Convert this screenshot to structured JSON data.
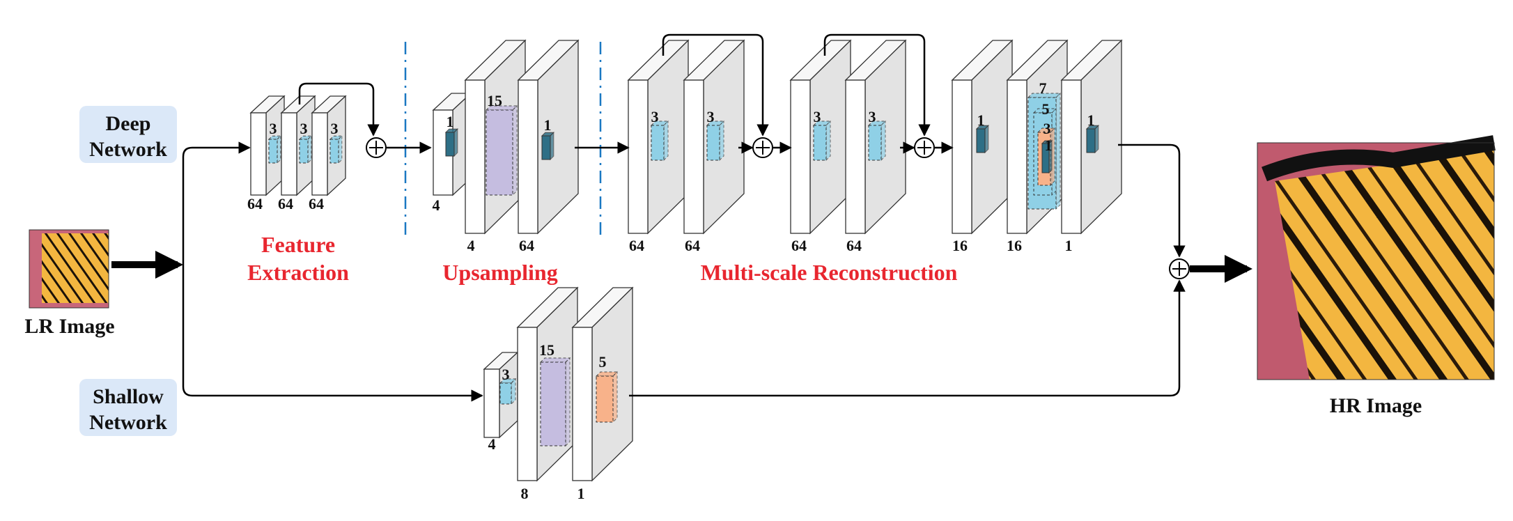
{
  "labels": {
    "deep_network": [
      "Deep",
      "Network"
    ],
    "shallow_network": [
      "Shallow",
      "Network"
    ],
    "lr_image": "LR Image",
    "hr_image": "HR Image",
    "feature_extraction": [
      "Feature",
      "Extraction"
    ],
    "upsampling": "Upsampling",
    "multiscale": "Multi-scale Reconstruction"
  },
  "deep": {
    "feature": {
      "kernels": [
        "3",
        "3",
        "3"
      ],
      "channels": [
        "64",
        "64",
        "64"
      ]
    },
    "upsampling": {
      "kernels": [
        "1",
        "15",
        "1"
      ],
      "channels": [
        "4",
        "4",
        "64"
      ]
    },
    "reconstruction1": {
      "kernels": [
        "3",
        "3"
      ],
      "channels": [
        "64",
        "64"
      ]
    },
    "reconstruction2": {
      "kernels": [
        "3",
        "3"
      ],
      "channels": [
        "64",
        "64"
      ]
    },
    "multiscale": {
      "kernels": [
        "1",
        "7",
        "5",
        "3",
        "1",
        "1"
      ],
      "channels": [
        "16",
        "16",
        "1"
      ]
    }
  },
  "shallow": {
    "kernels": [
      "3",
      "15",
      "5"
    ],
    "channels": [
      "4",
      "8",
      "1"
    ]
  },
  "colors": {
    "label_red": "#e8262f",
    "badge_bg": "#dbe8f8",
    "kernel_blue": "#8fd0e6",
    "kernel_dark": "#2e6f86",
    "kernel_purple": "#c5bde0",
    "kernel_orange": "#f8b28a",
    "divider_blue": "#1a78c2"
  }
}
